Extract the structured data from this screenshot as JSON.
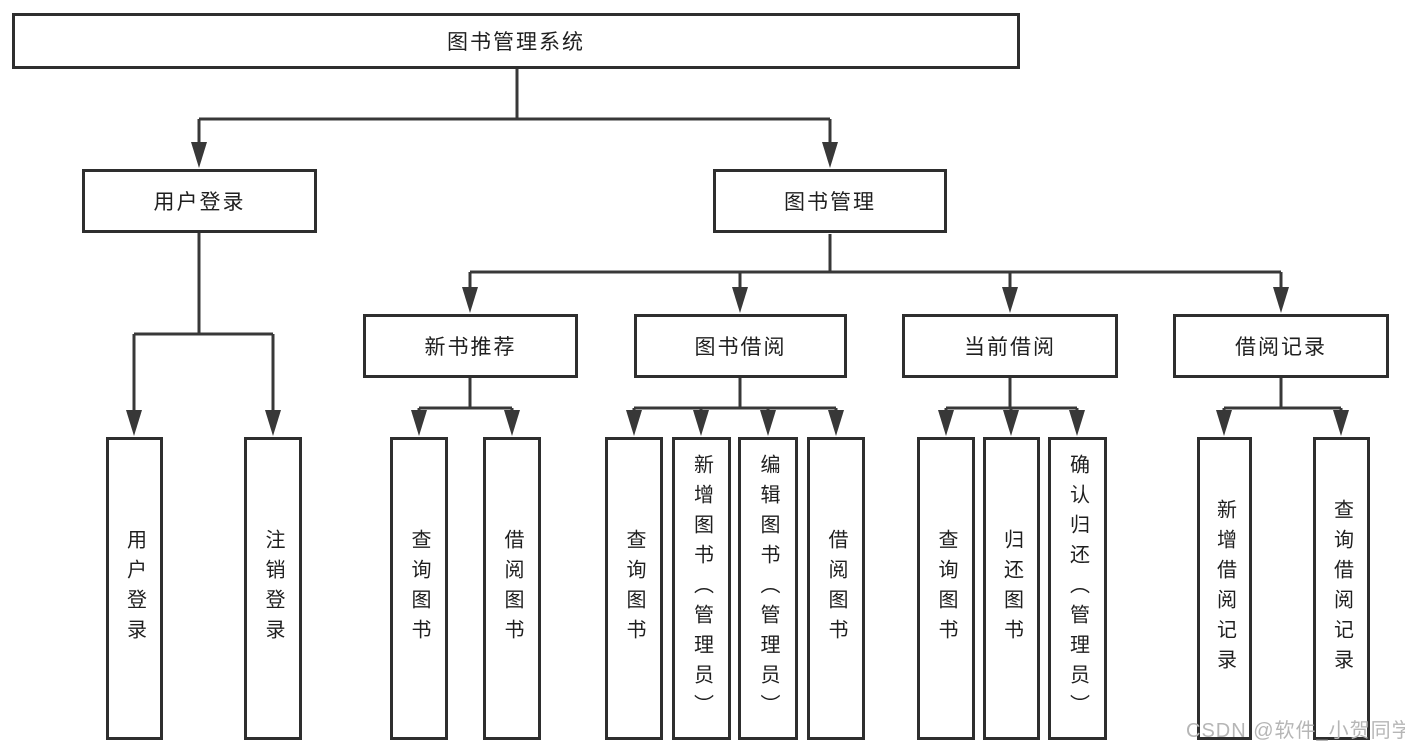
{
  "diagram": {
    "root": {
      "label": "图书管理系统"
    },
    "level2": [
      {
        "label": "用户登录"
      },
      {
        "label": "图书管理"
      }
    ],
    "level3": [
      {
        "label": "新书推荐"
      },
      {
        "label": "图书借阅"
      },
      {
        "label": "当前借阅"
      },
      {
        "label": "借阅记录"
      }
    ],
    "leaves": [
      {
        "label": "用户登录"
      },
      {
        "label": "注销登录"
      },
      {
        "label": "查询图书"
      },
      {
        "label": "借阅图书"
      },
      {
        "label": "查询图书"
      },
      {
        "label": "新增图书（管理员）"
      },
      {
        "label": "编辑图书（管理员）"
      },
      {
        "label": "借阅图书"
      },
      {
        "label": "查询图书"
      },
      {
        "label": "归还图书"
      },
      {
        "label": "确认归还（管理员）"
      },
      {
        "label": "新增借阅记录"
      },
      {
        "label": "查询借阅记录"
      }
    ]
  },
  "watermark": {
    "text": "CSDN @软件_小贺同学"
  },
  "colors": {
    "line": "#383838",
    "box_border": "#2e2e2e",
    "box_fill": "#ffffff",
    "text": "#1f1f1f",
    "watermark": "#b6b6b6",
    "background": "#ffffff"
  }
}
